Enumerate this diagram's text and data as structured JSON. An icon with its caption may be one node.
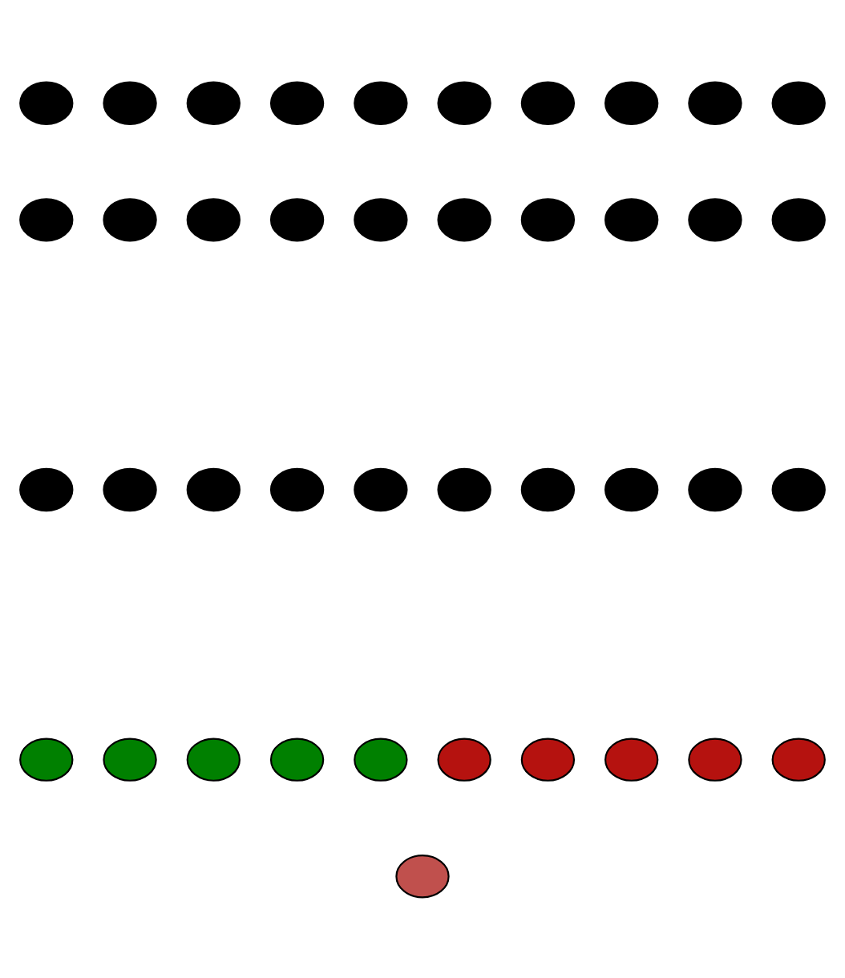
{
  "diagram": {
    "nodes": [
      {
        "text": [],
        "shape": "ellipse"
      },
      {
        "text": [],
        "shape": "ellipse"
      },
      {
        "text": [],
        "shape": "ellipse"
      },
      {
        "text": [],
        "shape": "ellipse"
      },
      {
        "text": [],
        "shape": "ellipse"
      },
      {
        "text": [],
        "shape": "ellipse"
      },
      {
        "text": [],
        "shape": "ellipse"
      },
      {
        "text": [],
        "shape": "ellipse"
      },
      {
        "text": [],
        "shape": "ellipse"
      },
      {
        "text": [],
        "shape": "ellipse"
      },
      {
        "text": [],
        "shape": "ellipse"
      },
      {
        "text": [],
        "shape": "ellipse"
      },
      {
        "text": [],
        "shape": "ellipse"
      },
      {
        "text": [],
        "shape": "ellipse"
      },
      {
        "text": [],
        "shape": "ellipse"
      },
      {
        "text": [],
        "shape": "ellipse"
      },
      {
        "text": [],
        "shape": "ellipse"
      },
      {
        "text": [],
        "shape": "ellipse"
      },
      {
        "text": [],
        "shape": "ellipse"
      },
      {
        "text": [],
        "shape": "ellipse"
      },
      {
        "text": [],
        "shape": "ellipse"
      },
      {
        "text": [],
        "shape": "ellipse"
      },
      {
        "text": [],
        "shape": "ellipse"
      },
      {
        "text": [],
        "shape": "ellipse"
      },
      {
        "text": [],
        "shape": "ellipse"
      },
      {
        "text": [],
        "shape": "ellipse"
      },
      {
        "text": [],
        "shape": "ellipse"
      },
      {
        "text": [],
        "shape": "ellipse"
      },
      {
        "text": [],
        "shape": "ellipse"
      },
      {
        "text": [],
        "shape": "ellipse"
      },
      {
        "text": [],
        "shape": "ellipse"
      },
      {
        "text": [],
        "shape": "ellipse"
      },
      {
        "text": [],
        "shape": "ellipse"
      },
      {
        "text": [],
        "shape": "ellipse"
      },
      {
        "text": [],
        "shape": "ellipse"
      },
      {
        "text": [],
        "shape": "ellipse"
      },
      {
        "text": [],
        "shape": "ellipse"
      },
      {
        "text": [],
        "shape": "ellipse"
      },
      {
        "text": [],
        "shape": "ellipse"
      },
      {
        "text": [],
        "shape": "ellipse"
      },
      {
        "text": [],
        "shape": "ellipse"
      }
    ]
  }
}
